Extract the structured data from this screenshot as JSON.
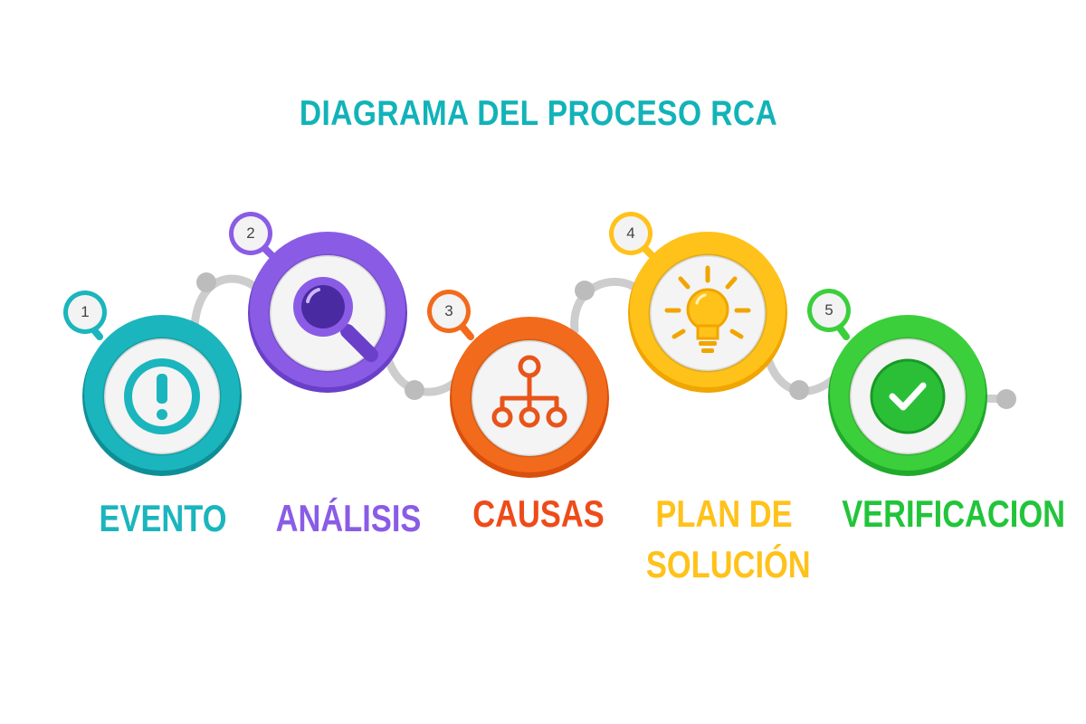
{
  "title": "DIAGRAMA DEL PROCESO RCA",
  "colors": {
    "title": "#12b3b8",
    "connector": "#c9c9c9",
    "connector_dot": "#b0b0b0"
  },
  "steps": [
    {
      "number": "1",
      "label_line1": "EVENTO",
      "label_line2": "",
      "icon": "exclamation-icon",
      "color": "#1bb5bd",
      "color_dark": "#0f8e97",
      "label_color": "#1bb5bd"
    },
    {
      "number": "2",
      "label_line1": "ANÁLISIS",
      "label_line2": "",
      "icon": "magnifier-icon",
      "color": "#8a5ce6",
      "color_dark": "#6a3fc9",
      "label_color": "#8a5ce6"
    },
    {
      "number": "3",
      "label_line1": "CAUSAS",
      "label_line2": "",
      "icon": "hierarchy-icon",
      "color": "#f26a1b",
      "color_dark": "#d94f0c",
      "label_color": "#ee4b1a"
    },
    {
      "number": "4",
      "label_line1": "PLAN DE",
      "label_line2": "SOLUCIÓN",
      "icon": "lightbulb-icon",
      "color": "#ffc21a",
      "color_dark": "#f0a500",
      "label_color": "#ffc21a"
    },
    {
      "number": "5",
      "label_line1": "VERIFICACION",
      "label_line2": "",
      "icon": "checkmark-icon",
      "color": "#3ccf3c",
      "color_dark": "#1faa2b",
      "label_color": "#22c43a"
    }
  ]
}
